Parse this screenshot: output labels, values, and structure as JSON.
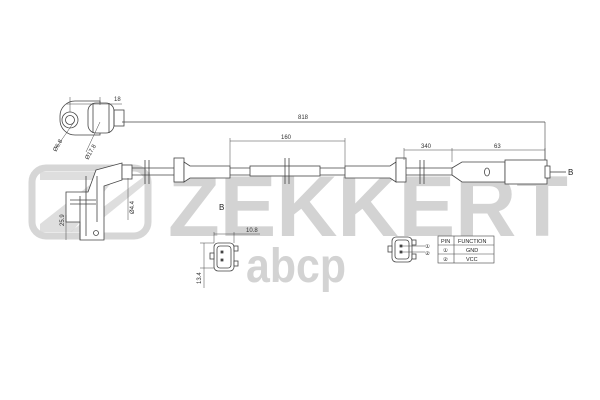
{
  "drawing": {
    "subject": "ABS wheel speed sensor technical drawing",
    "dimensions": {
      "overall_length": "818",
      "segment_mid": "160",
      "segment_right_1": "340",
      "segment_right_2": "63",
      "mount_offset": "18",
      "hole_diameter": "Ø6.8",
      "body_diameter": "Ø17.8",
      "sensor_height": "25.9",
      "tip_diameter": "Ø4.4",
      "connector_width": "10.8",
      "connector_height": "13.4"
    },
    "view_labels": {
      "section_left": "B",
      "section_right": "B"
    },
    "pin_table": {
      "headers": [
        "PIN",
        "FUNCTION"
      ],
      "rows": [
        {
          "pin": "①",
          "function": "GND"
        },
        {
          "pin": "②",
          "function": "VCC"
        }
      ]
    },
    "connector_pin_callouts": [
      "①",
      "②"
    ]
  },
  "watermarks": {
    "brand": "ZEKKERT",
    "site": "abcp"
  },
  "colors": {
    "line": "#444444",
    "watermark": "#d3d3d3",
    "background": "#ffffff"
  }
}
